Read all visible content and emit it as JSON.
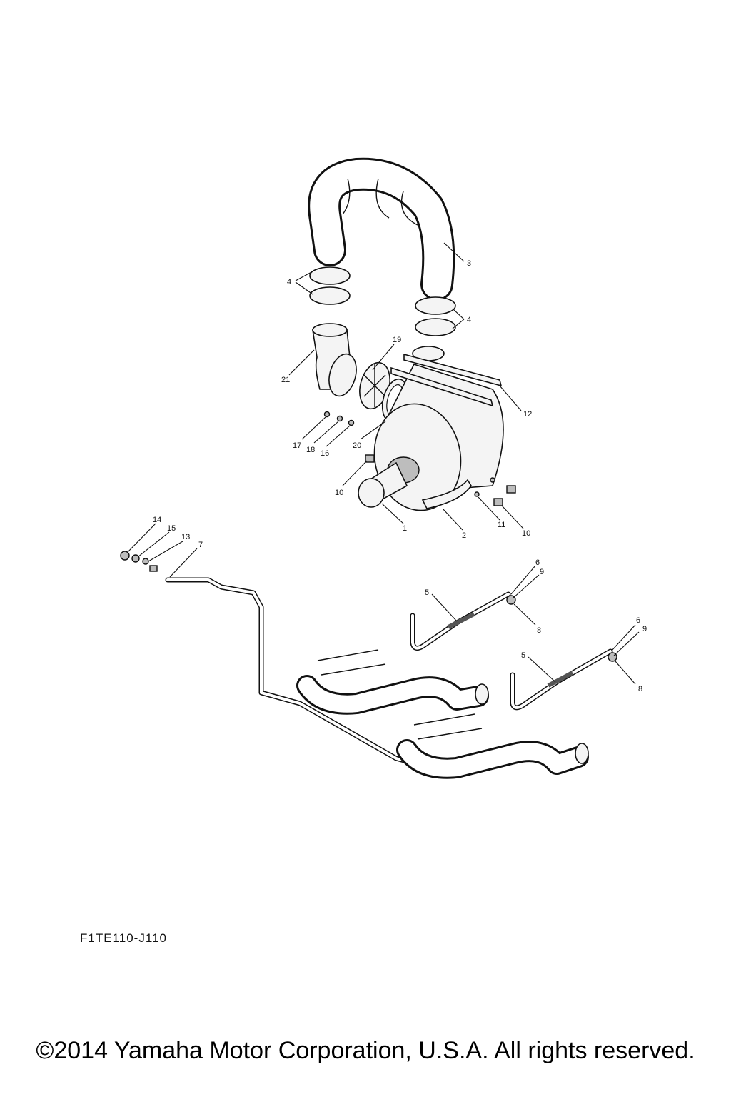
{
  "callouts": {
    "c1": "1",
    "c2": "2",
    "c3": "3",
    "c4a": "4",
    "c4b": "4",
    "c5a": "5",
    "c5b": "5",
    "c6a": "6",
    "c6b": "6",
    "c7": "7",
    "c8a": "8",
    "c8b": "8",
    "c9a": "9",
    "c9b": "9",
    "c10a": "10",
    "c10b": "10",
    "c11": "11",
    "c12": "12",
    "c13": "13",
    "c14": "14",
    "c15": "15",
    "c16": "16",
    "c17": "17",
    "c18": "18",
    "c19": "19",
    "c20": "20",
    "c21": "21"
  },
  "diagram_code": "F1TE110-J110",
  "copyright": "©2014 Yamaha Motor Corporation, U.S.A. All rights reserved."
}
